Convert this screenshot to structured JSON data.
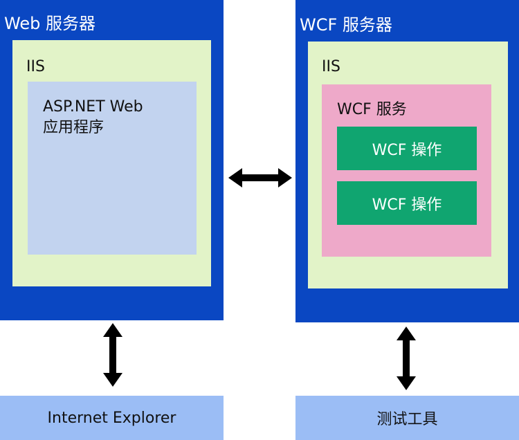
{
  "web_server": {
    "title": "Web 服务器",
    "iis_label": "IIS",
    "app_line1": "ASP.NET Web",
    "app_line2": "应用程序"
  },
  "wcf_server": {
    "title": "WCF 服务器",
    "iis_label": "IIS",
    "service_label": "WCF 服务",
    "operations": [
      "WCF 操作",
      "WCF 操作"
    ]
  },
  "clients": {
    "left": "Internet Explorer",
    "right": "测试工具"
  },
  "colors": {
    "server": "#0a47c2",
    "iis": "#e2f3c8",
    "app": "#c2d3ef",
    "service": "#eea9c9",
    "operation": "#10a570",
    "client": "#9bbdf5",
    "arrow": "#000000"
  }
}
